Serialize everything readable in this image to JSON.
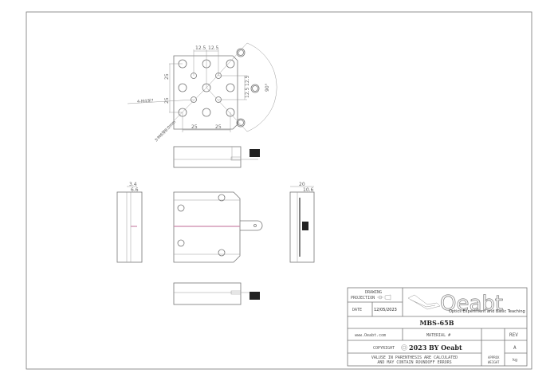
{
  "drawing": {
    "part_number": "MBS-65B",
    "top_view": {
      "dims_top": [
        "12.5",
        "12.5"
      ],
      "dims_bottom": [
        "25",
        "25"
      ],
      "dims_left": [
        "25",
        "25"
      ],
      "dims_right": [
        "12.5",
        "12.5"
      ],
      "angle": "90°",
      "callout_holes_a": "4-M4深7",
      "callout_holes_b": "3-M6深8.0mm"
    },
    "left_view": {
      "dim_a": "3.4",
      "dim_b": "6.6"
    },
    "right_view": {
      "dim_a": "20",
      "dim_b": "10.6"
    }
  },
  "title_block": {
    "drawing_label": "DRAWING",
    "projection_label": "PROJECTION",
    "date_label": "DATE",
    "date_value": "12/05/2023",
    "logo_text": "Oeabt",
    "logo_subtitle": "Optics Experiment and Basic Teaching",
    "part_number": "MBS-65B",
    "website": "www.Oeabt.com",
    "material_label": "MATERIAL #",
    "rev_label": "REV",
    "copyright_label": "COPYRIGHT",
    "copyright_value": "2023 BY Oeabt",
    "rev_value": "A",
    "note_line1": "VALUSE IN PARENTHESIS ARE CALCULATED",
    "note_line2": "AND MAY CONTAIN ROUNDOFF ERRORS",
    "approx_label": "APPROX",
    "weight_label": "WEIGHT",
    "weight_unit": "kg"
  }
}
